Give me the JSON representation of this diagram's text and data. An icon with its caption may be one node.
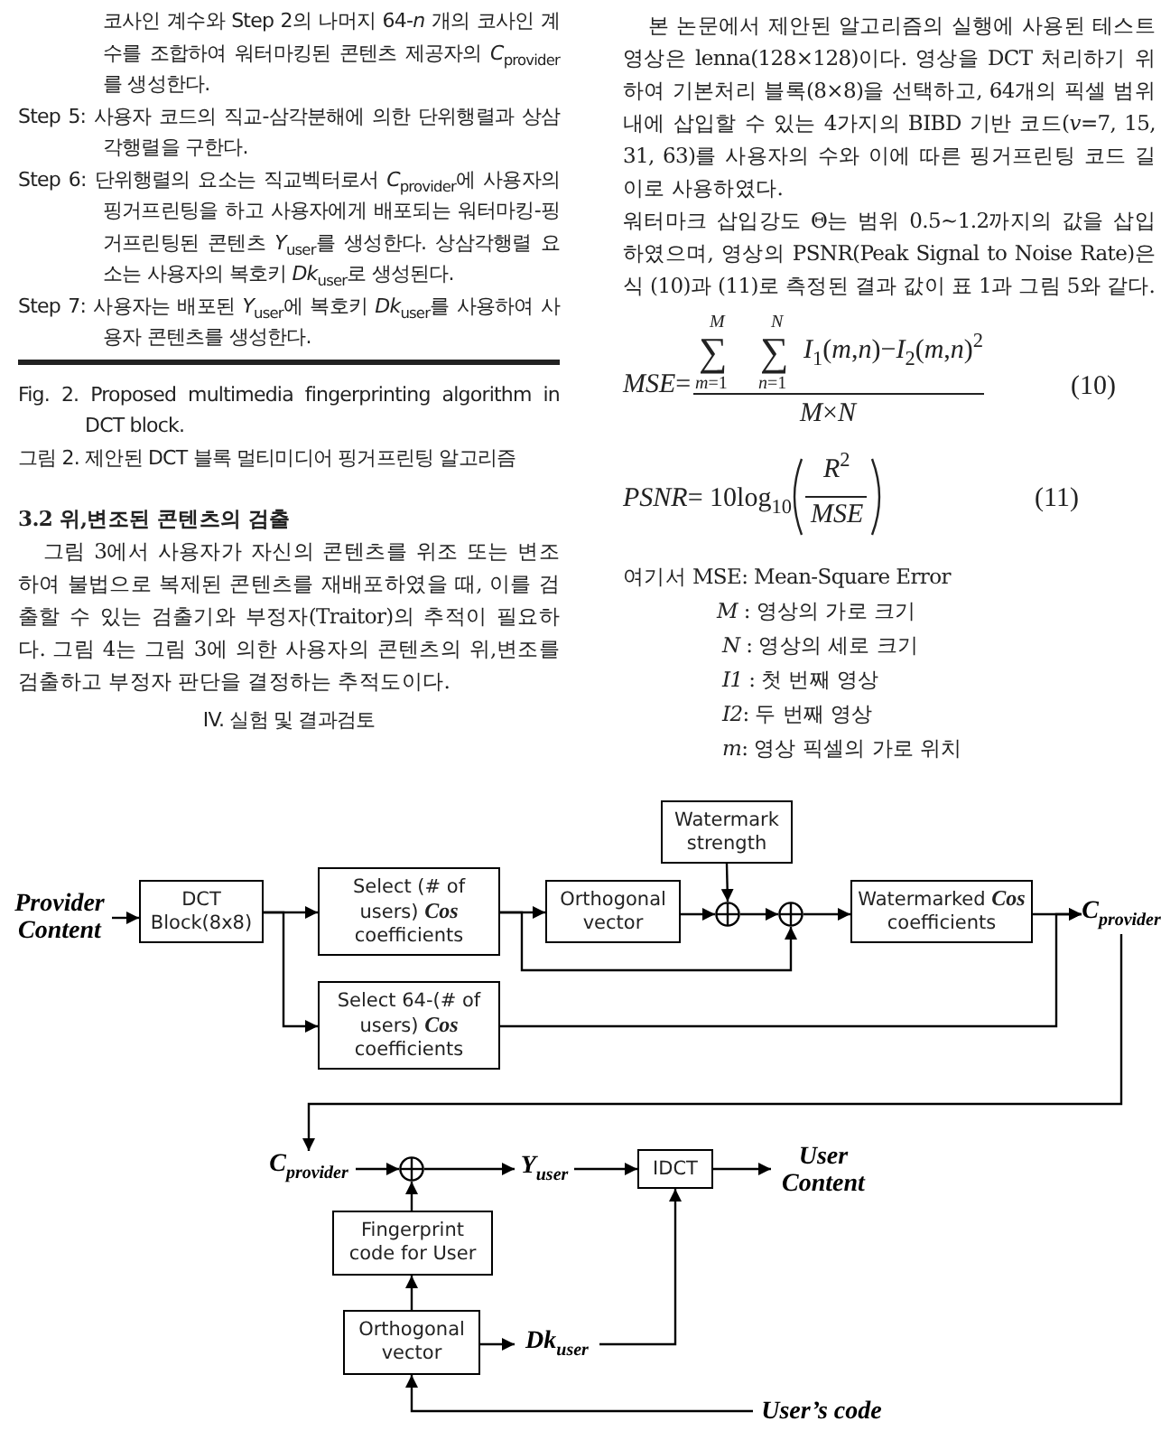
{
  "diagram": {
    "nodes": [
      {
        "text": [
          "Provider Content"
        ]
      },
      {
        "text": [
          "DCT Block(8x8)"
        ]
      },
      {
        "text": [
          "Select (# of users) **Cos** coefficients"
        ]
      },
      {
        "text": [
          "Select 64-(# of users) **Cos** coefficients"
        ]
      },
      {
        "text": [
          "Orthogonal vector"
        ]
      },
      {
        "text": [
          "Watermark strength"
        ]
      },
      {
        "text": [],
        "shape": "circle"
      },
      {
        "text": [],
        "shape": "circle"
      },
      {
        "text": [
          "Watermarked **Cos** coefficients"
        ]
      },
      {
        "text": [
          "C$_{provider}$"
        ]
      },
      {
        "text": [
          "C$_{provider}$"
        ]
      },
      {
        "text": [],
        "shape": "circle"
      },
      {
        "text": [
          "Y$_{user}$"
        ]
      },
      {
        "text": [
          "IDCT"
        ]
      },
      {
        "text": [
          "User Content"
        ]
      },
      {
        "text": [
          "Fingerprint code for User"
        ]
      },
      {
        "text": [
          "Orthogonal vector"
        ]
      },
      {
        "text": [
          "Dk$_{user}$"
        ]
      },
      {
        "text": [
          "User’s code"
        ]
      }
    ],
    "edges": [
      {
        "from": 0,
        "to": 1,
        "arrow": "to"
      },
      {
        "from": 1,
        "to": 2,
        "arrow": "to"
      },
      {
        "from": 1,
        "to": 3,
        "arrow": "to"
      },
      {
        "from": 2,
        "to": 4,
        "arrow": "to"
      },
      {
        "from": 4,
        "to": 6,
        "arrow": "to"
      },
      {
        "from": 5,
        "to": 6,
        "arrow": "to"
      },
      {
        "from": 6,
        "to": 7,
        "arrow": "to"
      },
      {
        "from": 2,
        "to": 7,
        "arrow": "to"
      },
      {
        "from": 7,
        "to": 8,
        "arrow": "to"
      },
      {
        "from": 8,
        "to": 9,
        "arrow": "to"
      },
      {
        "from": 3,
        "to": 9,
        "arrow": "to"
      },
      {
        "from": 9,
        "to": 10,
        "arrow": "to"
      },
      {
        "from": 10,
        "to": 11,
        "arrow": "to"
      },
      {
        "from": 11,
        "to": 12,
        "arrow": "to"
      },
      {
        "from": 12,
        "to": 13,
        "arrow": "to"
      },
      {
        "from": 13,
        "to": 14,
        "arrow": "to"
      },
      {
        "from": 15,
        "to": 11,
        "arrow": "to"
      },
      {
        "from": 16,
        "to": 15,
        "arrow": "to"
      },
      {
        "from": 16,
        "to": 17,
        "arrow": "to"
      },
      {
        "from": 17,
        "to": 13,
        "arrow": "to"
      },
      {
        "from": 18,
        "to": 16,
        "arrow": "to"
      }
    ],
    "labels": [
      "코사인 계수와 Step 2의 나머지 64-*n* 개의 코사인 계수를 조합하여 워터마킹된 콘텐츠 제공자의 *C*$_{provider}$를 생성한다.",
      "Step 5: 사용자 코드의 직교-삼각분해에 의한 단위행렬과 상삼각행렬을 구한다.",
      "Step 6: 단위행렬의 요소는 직교벡터로서 *C*$_{provider}$에 사용자의 핑거프린팅을 하고 사용자에게 배포되는 워터마킹-핑거프린팅된 콘텐츠 *Y*$_{user}$를 생성한다. 상삼각행렬 요소는 사용자의 복호키 *Dk*$_{user}$로 생성된다.",
      "Step 7: 사용자는 배포된 *Y*$_{user}$에 복호키 *Dk*$_{user}$를 사용하여 사용자 콘텐츠를 생성한다.",
      "Fig. 2. Proposed multimedia fingerprinting algorithm in DCT block.",
      "그림 2. 제안된 DCT 블록 멀티미디어 핑거프린팅 알고리즘",
      "3.2 위,변조된 콘텐츠의 검출",
      "그림 3에서 사용자가 자신의 콘텐츠를 위조 또는 변조하여 불법으로 복제된 콘텐츠를 재배포하였을 때, 이를 검출할 수 있는 검출기와 부정자(Traitor)의 추적이 필요하다. 그림 4는 그림 3에 의한 사용자의 콘텐츠의 위,변조를 검출하고 부정자 판단을 결정하는 추적도이다.",
      "IV. 실험 및 결과검토",
      "본 논문에서 제안된 알고리즘의 실행에 사용된 테스트 영상은 lenna(128×128)이다. 영상을 DCT 처리하기 위하여 기본처리 블록(8×8)을 선택하고, 64개의 픽셀 범위 내에 삽입할 수 있는 4가지의 BIBD 기반 코드(*v*=7, 15, 31, 63)를 사용자의 수와 이에 따른 핑거프린팅 코드 길이로 사용하였다.",
      "워터마크 삽입강도 Θ는 범위 0.5~1.2까지의 값을 삽입하였으며, 영상의 PSNR(Peak Signal to Noise Rate)은 식 (10)과 (11)로 측정된 결과 값이 표 1과 그림 5와 같다.",
      "*MSE*=",
      "*M*",
      "∑",
      "*m*=1",
      "*N*",
      "∑",
      "*n*=1",
      "*I*$_{1}$(*m*,*n*)−*I*$_{2}$(*m*,*n*)$^{2}$",
      "*M*×*N*",
      "(10)",
      "*PSNR*= 10log$_{10}$",
      "*R*$^{2}$",
      "*MSE*",
      "(11)",
      "여기서 MSE: Mean-Square Error",
      "*M* : 영상의 가로 크기",
      "*N* : 영상의 세로 크기",
      "*I1* : 첫 번째 영상",
      "*I2*: 두 번째 영상",
      "*m*: 영상 픽셀의 가로 위치"
    ]
  }
}
